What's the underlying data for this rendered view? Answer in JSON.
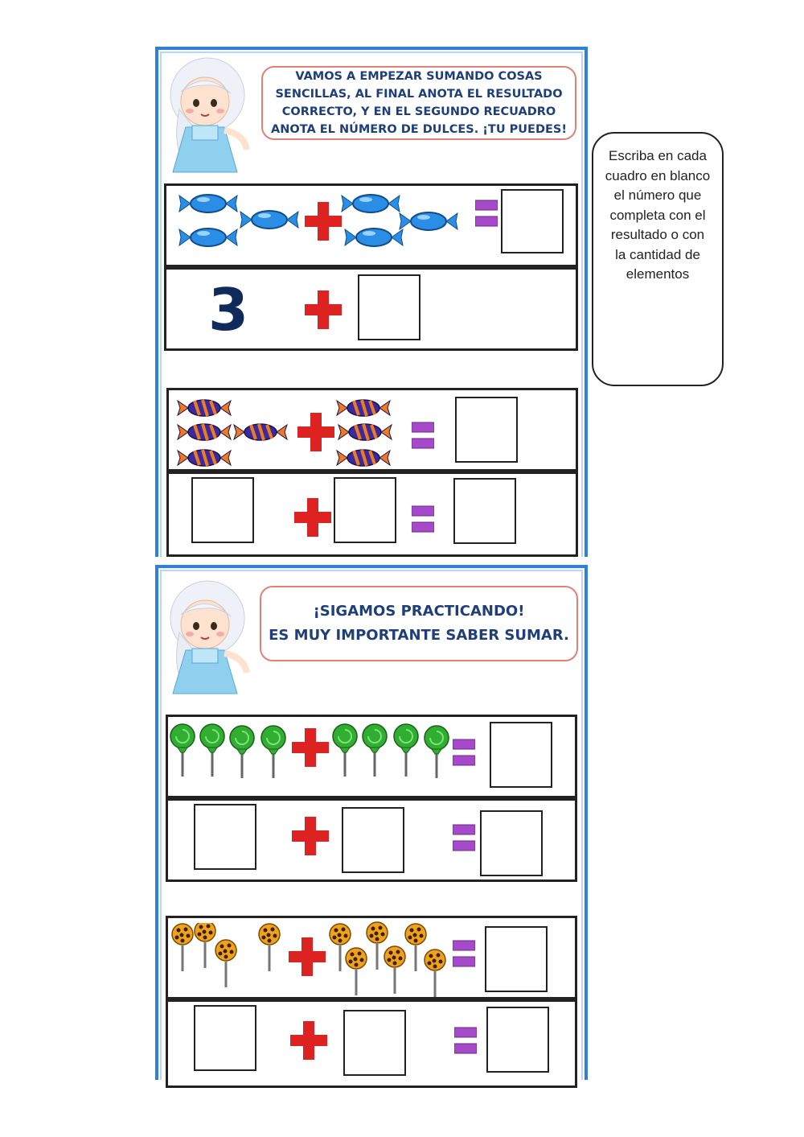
{
  "sheet1": {
    "speech_text": "VAMOS A EMPEZAR SUMANDO COSAS SENCILLAS, AL FINAL ANOTA EL RESULTADO CORRECTO, Y EN EL SEGUNDO RECUADRO ANOTA EL NÚMERO DE DULCES. ¡TU PUEDES!",
    "exercise1": {
      "candy_color": "#2a8ee6",
      "left_count": 3,
      "right_count": 3,
      "number_shown": "3"
    },
    "exercise2": {
      "candy_color": "#3b2a9e",
      "stripe_color": "#f07a22",
      "left_count": 4,
      "right_count": 3
    }
  },
  "sheet2": {
    "speech_line1": "¡SIGAMOS PRACTICANDO!",
    "speech_line2": "ES MUY IMPORTANTE SABER SUMAR.",
    "exercise3": {
      "lollipop_color": "#2fae2f",
      "left_count": 4,
      "right_count": 4
    },
    "exercise4": {
      "lollipop_color": "#f0a21e",
      "spot_color": "#3a2200",
      "left_count": 4,
      "right_count": 6
    }
  },
  "instruction_note": "Escriba en cada cuadro en blanco el número que completa con el resultado o con la cantidad de elementos",
  "colors": {
    "plus": "#dd2222",
    "equals": "#a64ac9",
    "frame": "#2f80d8"
  }
}
